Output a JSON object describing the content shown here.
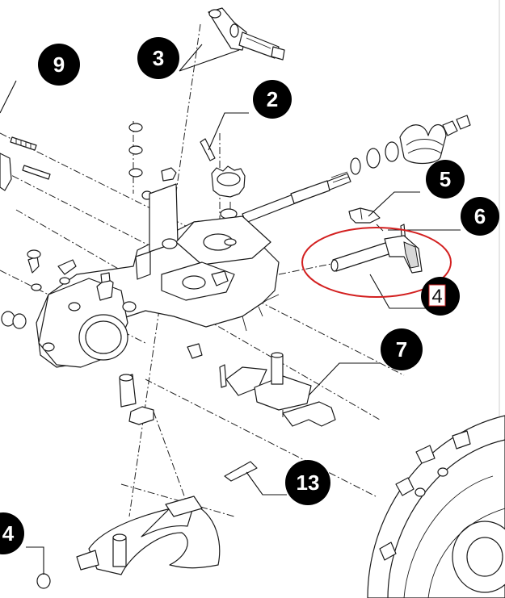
{
  "diagram": {
    "callouts": [
      {
        "id": "c9",
        "label": "9"
      },
      {
        "id": "c3",
        "label": "3"
      },
      {
        "id": "c2",
        "label": "2"
      },
      {
        "id": "c5",
        "label": "5"
      },
      {
        "id": "c6",
        "label": "6"
      },
      {
        "id": "c4",
        "label": "4"
      },
      {
        "id": "c7",
        "label": "7"
      },
      {
        "id": "c13",
        "label": "13"
      },
      {
        "id": "c14",
        "label": "4"
      }
    ],
    "highlight": {
      "shape": "ellipse",
      "color": "#d32020"
    },
    "colors": {
      "line": "#1a1a1a",
      "badge": "#000000",
      "highlight": "#d32020",
      "marker": "#cc2222"
    }
  }
}
